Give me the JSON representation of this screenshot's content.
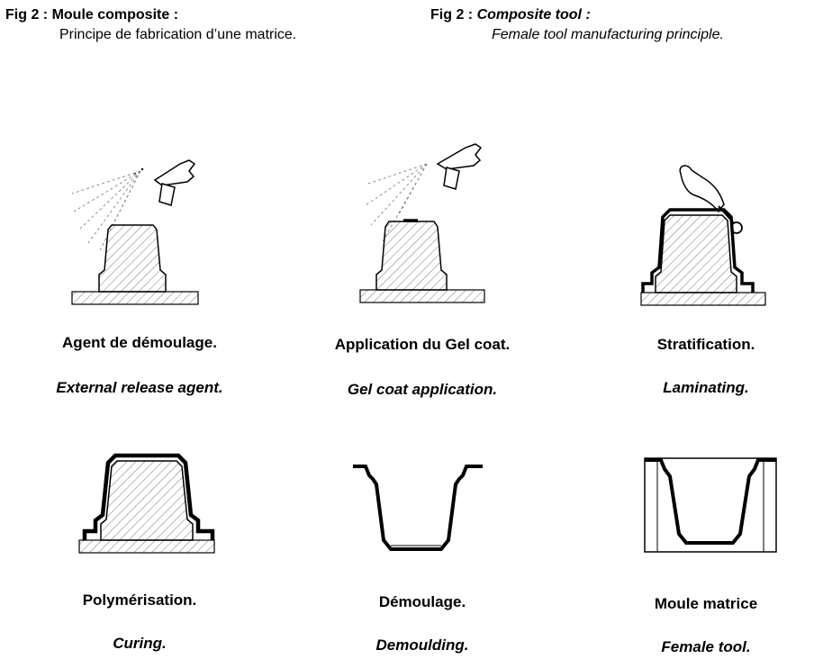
{
  "header": {
    "fr": {
      "fig": "Fig 2 :",
      "title": "Moule composite :",
      "subtitle": "Principe de fabrication d’une matrice."
    },
    "en": {
      "fig": "Fig 2 :",
      "title": "Composite tool :",
      "subtitle": "Female tool manufacturing principle."
    }
  },
  "steps": [
    {
      "fr": "Agent de démoulage.",
      "en": "External release agent."
    },
    {
      "fr": "Application du Gel coat.",
      "en": "Gel coat application."
    },
    {
      "fr": "Stratification.",
      "en": "Laminating."
    },
    {
      "fr": "Polymérisation.",
      "en": "Curing."
    },
    {
      "fr": "Démoulage.",
      "en": "Demoulding."
    },
    {
      "fr": "Moule matrice",
      "en": "Female tool."
    }
  ]
}
